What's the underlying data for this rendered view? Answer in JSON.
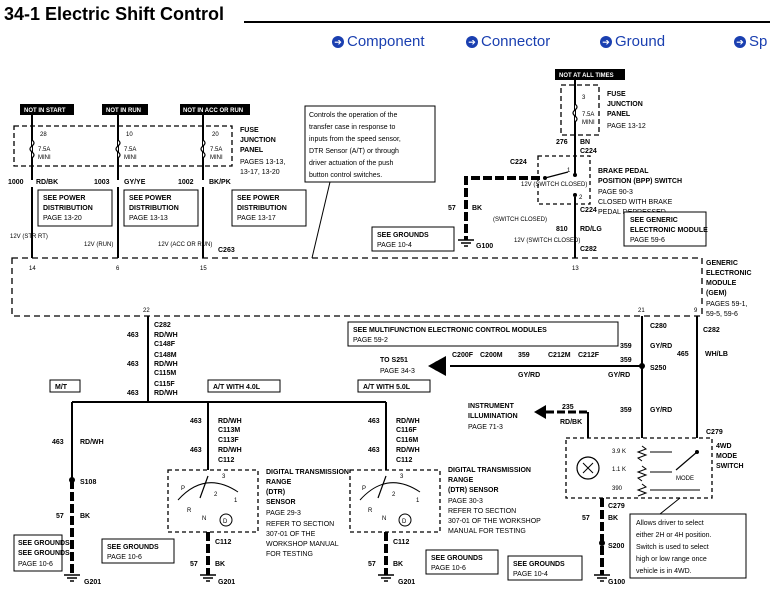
{
  "header": {
    "title": "34-1 Electric Shift Control"
  },
  "nav": {
    "component": "Component",
    "connector": "Connector",
    "ground": "Ground",
    "sp": "Sp"
  },
  "labels": {
    "not_in_start": "NOT IN START",
    "not_in_run": "NOT IN RUN",
    "not_in_acc": "NOT IN ACC OR RUN",
    "not_at_all": "NOT AT ALL TIMES",
    "f28": "28",
    "f10": "10",
    "f20": "20",
    "f3": "3",
    "amp75": "7.5A",
    "mini": "MINI",
    "fjp1": "FUSE",
    "fjp2": "JUNCTION",
    "fjp3": "PANEL",
    "fjp4": "PAGES 13-13,",
    "fjp5": "13-17, 13-20",
    "fjpr4": "PAGE 13-12",
    "w1000": "1000",
    "rdbk": "RD/BK",
    "w1003": "1003",
    "gyye": "GY/YE",
    "w1002": "1002",
    "bkpk": "BK/PK",
    "spd1": "SEE POWER",
    "spd2": "DISTRIBUTION",
    "spd3": "PAGE 13-20",
    "spd4": "PAGE 13-13",
    "spd5": "PAGE 13-17",
    "callout": [
      "Controls the operation of the",
      "transfer case in response to",
      "inputs from the speed sensor,",
      "DTR Sensor (A/T) or through",
      "driver actuation of the push",
      "button control switches."
    ],
    "c224": "C224",
    "w276": "276",
    "bn": "BN",
    "bpp1": "BRAKE PEDAL",
    "bpp2": "POSITION (BPP) SWITCH",
    "bpp3": "PAGE 90-3",
    "bpp4": "CLOSED WITH BRAKE",
    "bpp5": "PEDAL DEPRESSED",
    "w57": "57",
    "bk": "BK",
    "sw_closed": "(SWITCH CLOSED)",
    "w810": "810",
    "rdlg": "RD/LG",
    "g100": "G100",
    "c282": "C282",
    "c263": "C263",
    "sg1": "SEE GROUNDS",
    "sg2": "PAGE 10-4",
    "sg3": "PAGE 10-6",
    "sgem1": "SEE GENERIC",
    "sgem2": "ELECTRONIC MODULE",
    "sgem3": "PAGE 59-6",
    "v_str": "12V (STR RT)",
    "v_run": "12V (RUN)",
    "v_acc": "12V (ACC OR RUN)",
    "v_sw": "12V (SWITCH CLOSED)",
    "p14": "14",
    "p6": "6",
    "p15": "15",
    "p13": "13",
    "p22": "22",
    "p21": "21",
    "p9": "9",
    "p1": "1",
    "p2": "2",
    "gem1": "GENERIC",
    "gem2": "ELECTRONIC",
    "gem3": "MODULE",
    "gem4": "(GEM)",
    "gem5": "PAGES 59-1,",
    "gem6": "59-5, 59-6",
    "w463": "463",
    "rdwh": "RD/WH",
    "c148f": "C148F",
    "c148m": "C148M",
    "c115m": "C115M",
    "c115f": "C115F",
    "c280": "C280",
    "smecm1": "SEE MULTIFUNCTION ELECTRONIC CONTROL MODULES",
    "smecm2": "PAGE 59-2",
    "to_s251": "TO S251",
    "page34_3": "PAGE 34-3",
    "c200f": "C200F",
    "c200m": "C200M",
    "w359": "359",
    "c212m": "C212M",
    "c212f": "C212F",
    "gyrd": "GY/RD",
    "s250": "S250",
    "w465": "465",
    "whlb": "WH/LB",
    "mt": "M/T",
    "at40": "A/T WITH 4.0L",
    "at50": "A/T WITH 5.0L",
    "c113m": "C113M",
    "c113f": "C113F",
    "c116f": "C116F",
    "c116m": "C116M",
    "c112": "C112",
    "ii1": "INSTRUMENT",
    "ii2": "ILLUMINATION",
    "ii3": "PAGE 71-3",
    "w235": "235",
    "rdbk2": "RD/BK",
    "c279": "C279",
    "ms1": "4WD",
    "ms2": "MODE",
    "ms3": "SWITCH",
    "k39": "3.9 K",
    "k11": "1.1 K",
    "r390": "390",
    "mode": "MODE",
    "s108": "S108",
    "s200": "S200",
    "g201": "G201",
    "dtr1": "DIGITAL TRANSMISSION",
    "dtr2": "RANGE",
    "dtr3": "(DTR)",
    "dtr4": "SENSOR",
    "dtr5": "PAGE 29-3",
    "dtr5b": "PAGE 30-3",
    "dtr6": "REFER TO SECTION",
    "dtr7": "307-01 OF THE",
    "dtr8": "WORKSHOP MANUAL",
    "dtr9": "FOR TESTING",
    "dtr1b": "DIGITAL TRANSMISSION RANGE",
    "dtr2b": "(DTR) SENSOR",
    "dtr6b": "REFER TO SECTION",
    "dtr7b": "307-01 OF THE WORKSHOP",
    "dtr8b": "MANUAL FOR TESTING",
    "note": [
      "Allows driver to select",
      "either 2H or 4H position.",
      "Switch is used to select",
      "high or low range once",
      "vehicle is in 4WD."
    ],
    "P": "P",
    "R": "R",
    "N": "N",
    "D": "D",
    "one": "1",
    "two": "2",
    "three": "3"
  }
}
